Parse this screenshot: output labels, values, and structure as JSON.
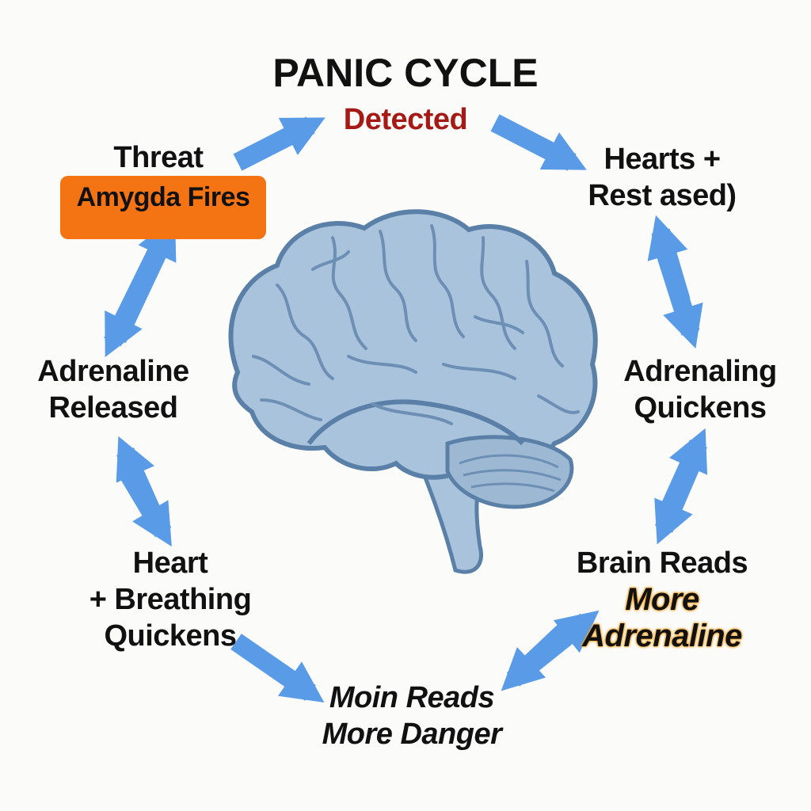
{
  "title": "PANIC CYCLE",
  "nodes": {
    "detected": "Detected",
    "threat": "Threat",
    "amygdala": "Amygda Fires",
    "hearts_line1": "Hearts +",
    "hearts_line2": "Rest ased)",
    "adrenaline_left_line1": "Adrenaline",
    "adrenaline_left_line2": "Released",
    "adrenaling_right_line1": "Adrenaling",
    "adrenaling_right_line2": "Quickens",
    "heart_line1": "Heart",
    "heart_line2": "+ Breathing",
    "heart_line3": "Quickens",
    "brain_reads_line1": "Brain Reads",
    "brain_reads_line2": "More",
    "brain_reads_line3": "Adrenaline",
    "moin_reads_line1": "Moin Reads",
    "moin_reads_line2": "More Danger"
  },
  "colors": {
    "arrow": "#5a9be8",
    "brain_fill": "#a9c3dc",
    "brain_outline": "#5b80a8",
    "highlight_box": "#f47312",
    "detected_text": "#a51a14",
    "glow": "#f0a52a"
  }
}
